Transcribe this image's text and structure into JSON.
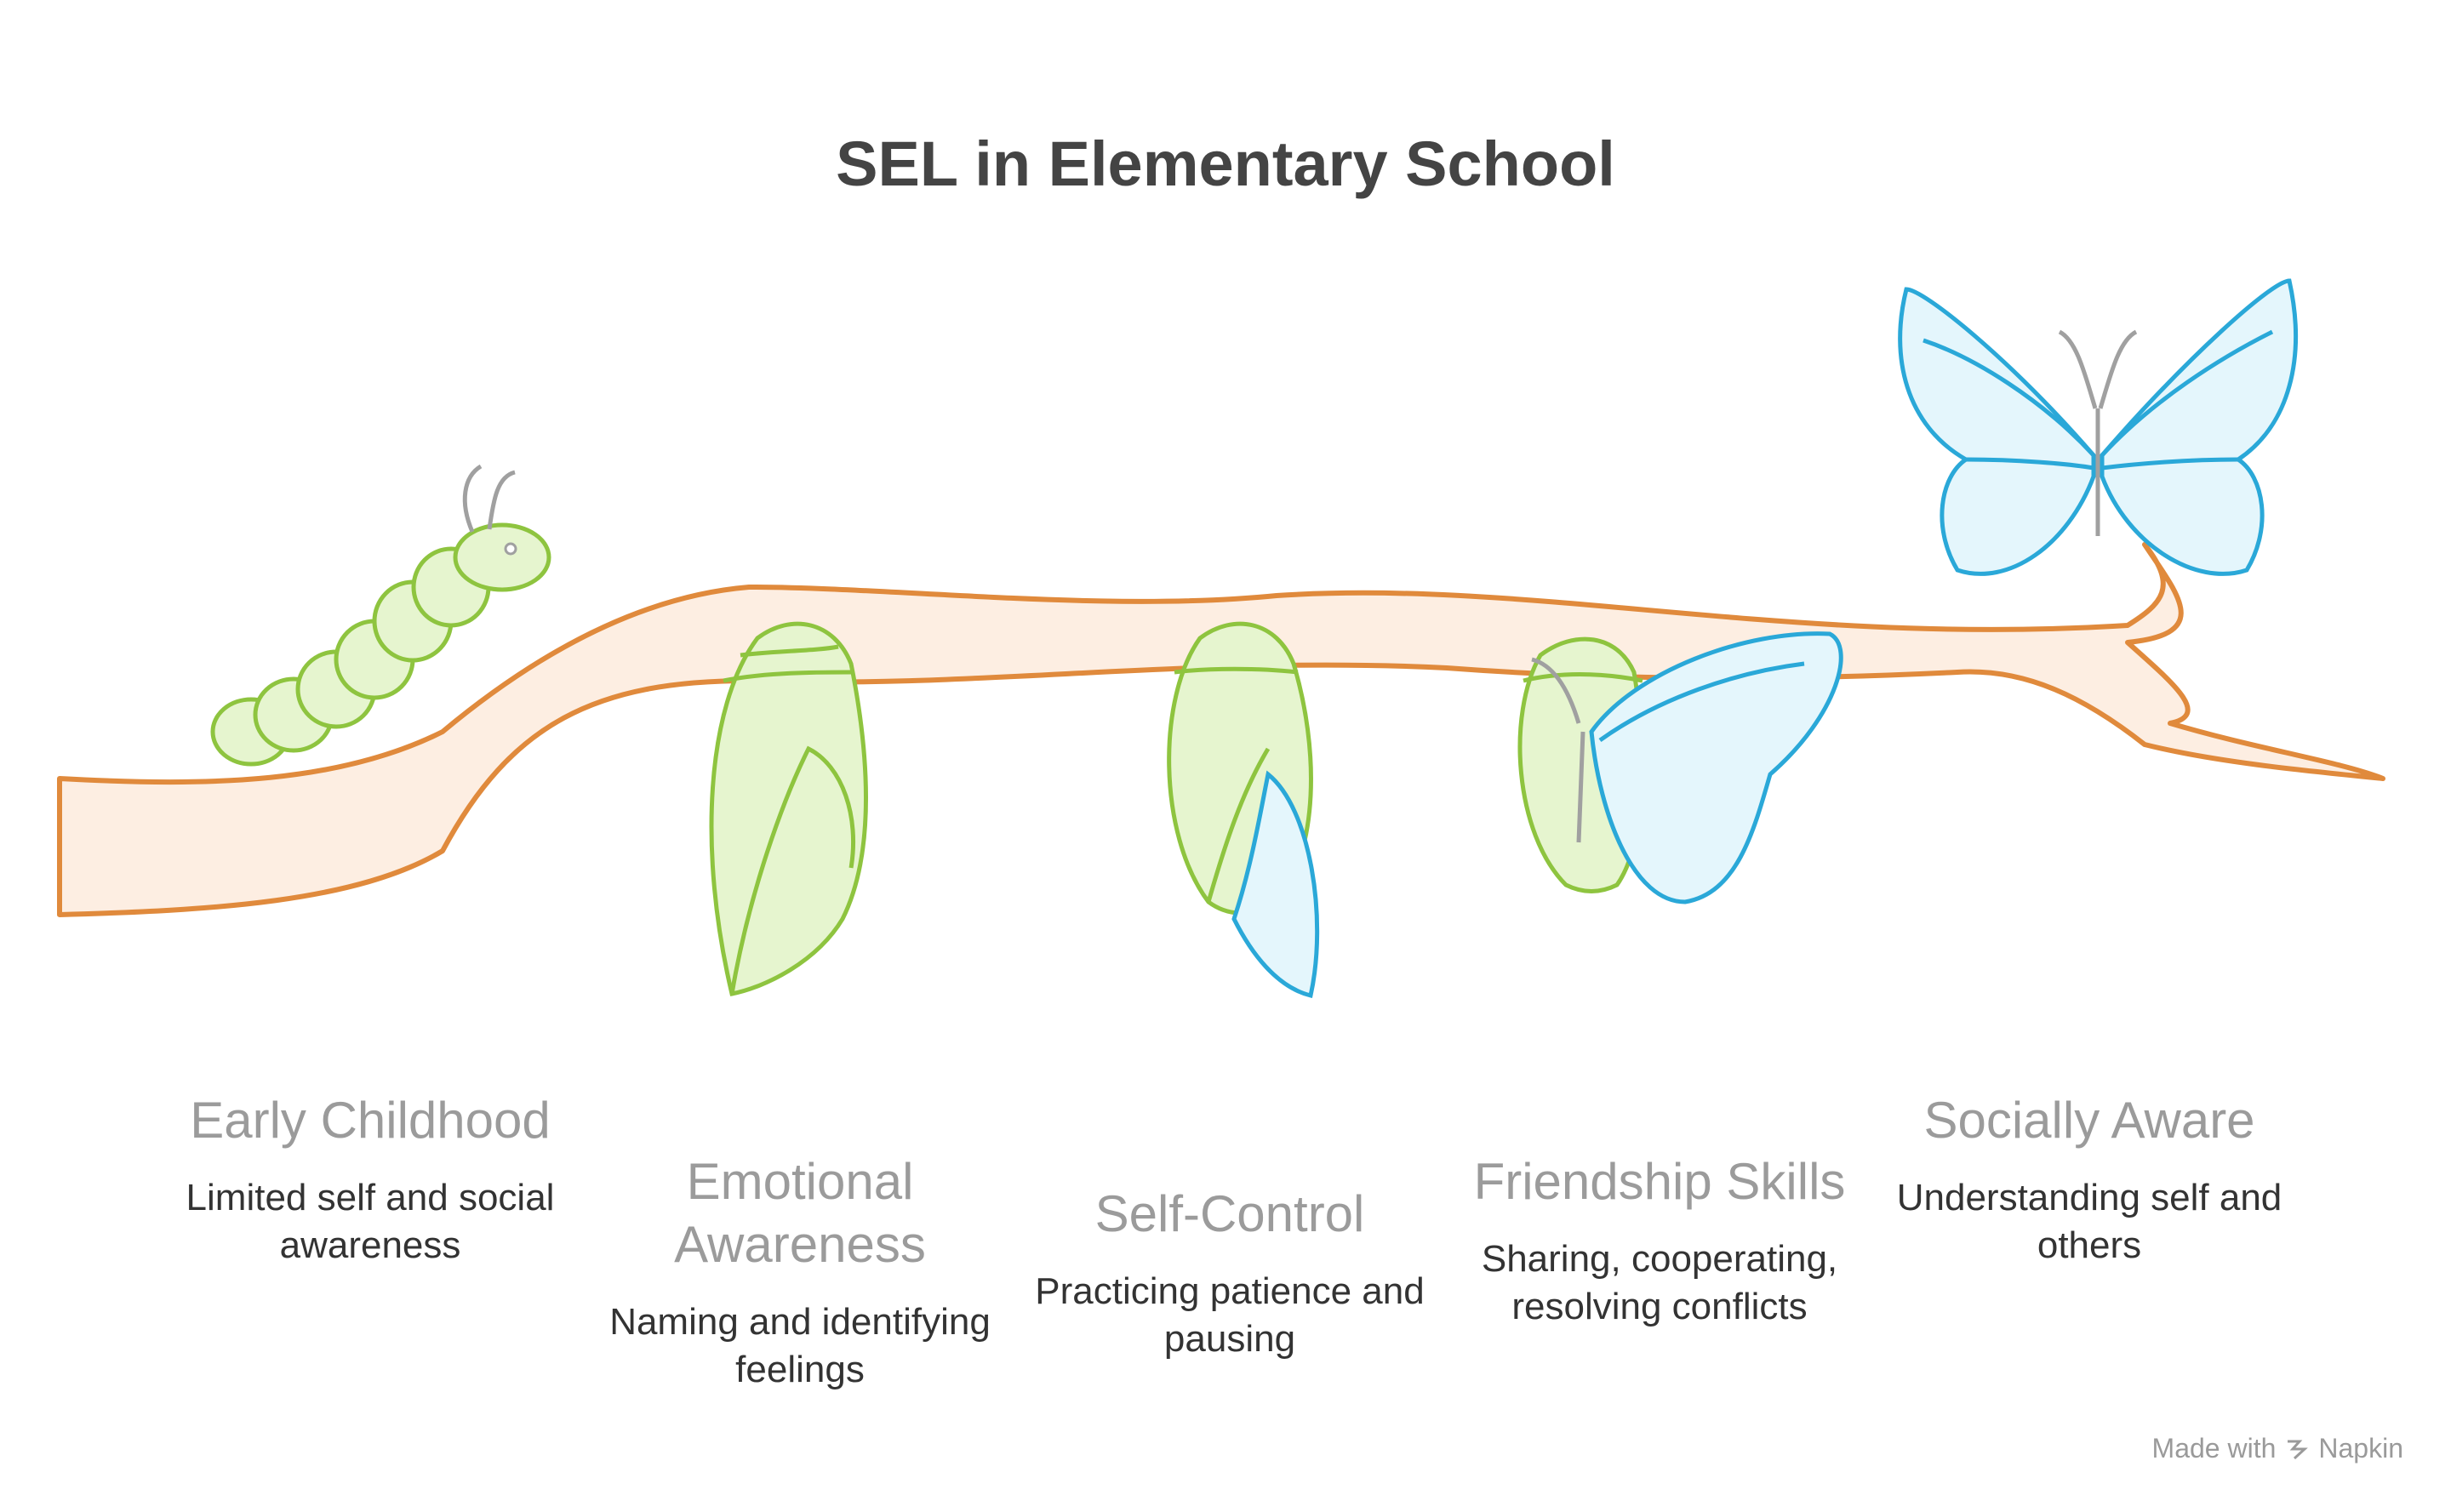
{
  "title": "SEL in Elementary School",
  "stages": [
    {
      "heading": "Early Childhood",
      "description": "Limited self and social awareness",
      "icon": "caterpillar-icon"
    },
    {
      "heading": "Emotional Awareness",
      "description": "Naming and identifying feelings",
      "icon": "chrysalis-icon"
    },
    {
      "heading": "Self-Control",
      "description": "Practicing patience and pausing",
      "icon": "chrysalis-opening-icon"
    },
    {
      "heading": "Friendship Skills",
      "description": "Sharing, cooperating, resolving conflicts",
      "icon": "emerging-butterfly-icon"
    },
    {
      "heading": "Socially Aware",
      "description": "Understanding self and others",
      "icon": "butterfly-icon"
    }
  ],
  "credit": {
    "text": "Made with",
    "brand": "Napkin"
  },
  "colors": {
    "branch_stroke": "#e08a3c",
    "branch_fill": "#fdeee2",
    "caterpillar": "#8ec43f",
    "green_fill": "#e6f5cf",
    "butterfly": "#2aa8d8",
    "butterfly_fill": "#e4f6fc",
    "antenna": "#a0a0a0"
  }
}
